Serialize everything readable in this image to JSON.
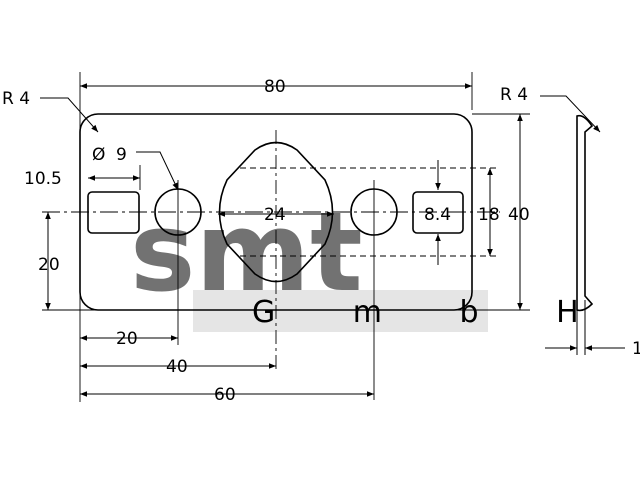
{
  "watermark": {
    "brand": "smt",
    "subtitle": "G m b H",
    "brand_color": "#f4a6a6",
    "band_color": "#cfcfcf"
  },
  "dimensions": {
    "overall_width": "80",
    "radius_front": "R 4",
    "radius_side": "R 4",
    "hole_diameter_symbol": "Ø",
    "hole_diameter": "9",
    "slot_offset": "10.5",
    "hole_height": "20",
    "center_diamond_width": "24",
    "rect_slot_width": "8.4",
    "rect_slot_height": "18",
    "overall_height": "40",
    "hole1_x": "20",
    "diamond_x": "40",
    "hole2_x": "60",
    "thickness": "1"
  },
  "colors": {
    "line": "#000000"
  }
}
